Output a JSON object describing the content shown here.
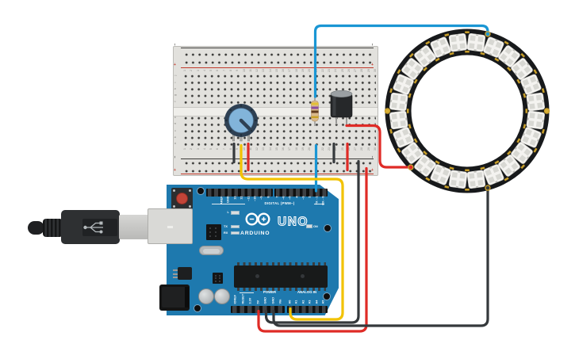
{
  "breadboard": {
    "body_color": "#e2e1dd",
    "rail_negative_color": "#3c3c3a",
    "rail_positive_color": "#c0392b",
    "rail_plus": "+",
    "rail_minus": "−",
    "row_letters_top": [
      "j",
      "i",
      "h",
      "g",
      "f"
    ],
    "row_letters_bottom": [
      "e",
      "d",
      "c",
      "b",
      "a"
    ],
    "column_numbers": [
      "1",
      "2",
      "3",
      "4",
      "5",
      "6",
      "7",
      "8",
      "9",
      "10",
      "11",
      "12",
      "13",
      "14",
      "15",
      "16",
      "17",
      "18",
      "19",
      "20",
      "21",
      "22",
      "23",
      "24",
      "25",
      "26",
      "27",
      "28",
      "29",
      "30"
    ]
  },
  "arduino": {
    "board_color": "#1e79ae",
    "brand": "ARDUINO",
    "model": "UNO",
    "digital_section_label": "DIGITAL (PWM~)",
    "digital_pins_left": [
      "AREF",
      "GND",
      "13",
      "12",
      "~11",
      "~10",
      "~9",
      "8"
    ],
    "digital_pins_right": [
      "7",
      "~6",
      "~5",
      "4",
      "~3",
      "2",
      "TX→1",
      "RX←0"
    ],
    "power_section_label": "POWER",
    "power_pins": [
      "IOREF",
      "RESET",
      "3.3V",
      "5V",
      "GND",
      "GND",
      "Vin"
    ],
    "analog_section_label": "ANALOG IN",
    "analog_pins": [
      "A0",
      "A1",
      "A2",
      "A3",
      "A4",
      "A5"
    ],
    "led_labels": {
      "l": "L",
      "tx": "TX",
      "rx": "RX"
    },
    "power_led_label": "ON"
  },
  "components": {
    "potentiometer": {
      "base_color": "#2e4053",
      "knob_color": "#82b4da"
    },
    "resistor": {
      "body_color": "#d9b98c",
      "band_colors": [
        "#e3c033",
        "#8a4ba0",
        "#5f3a1e",
        "#c9a227"
      ]
    },
    "capacitor": {
      "body_color": "#26282a",
      "top_color": "#9ba0a3"
    },
    "neopixel_ring": {
      "led_count": 24,
      "pcb_color": "#17191b",
      "led_color": "#f4f3f0",
      "pad_color": "#c79e2a"
    },
    "usb_cable": {
      "plug_color": "#2e3032",
      "metal_color": "#c8c8c6"
    }
  },
  "wires": {
    "blue": "#1a96d4",
    "yellow": "#f2c200",
    "red": "#df2b26",
    "black": "#35393c"
  }
}
